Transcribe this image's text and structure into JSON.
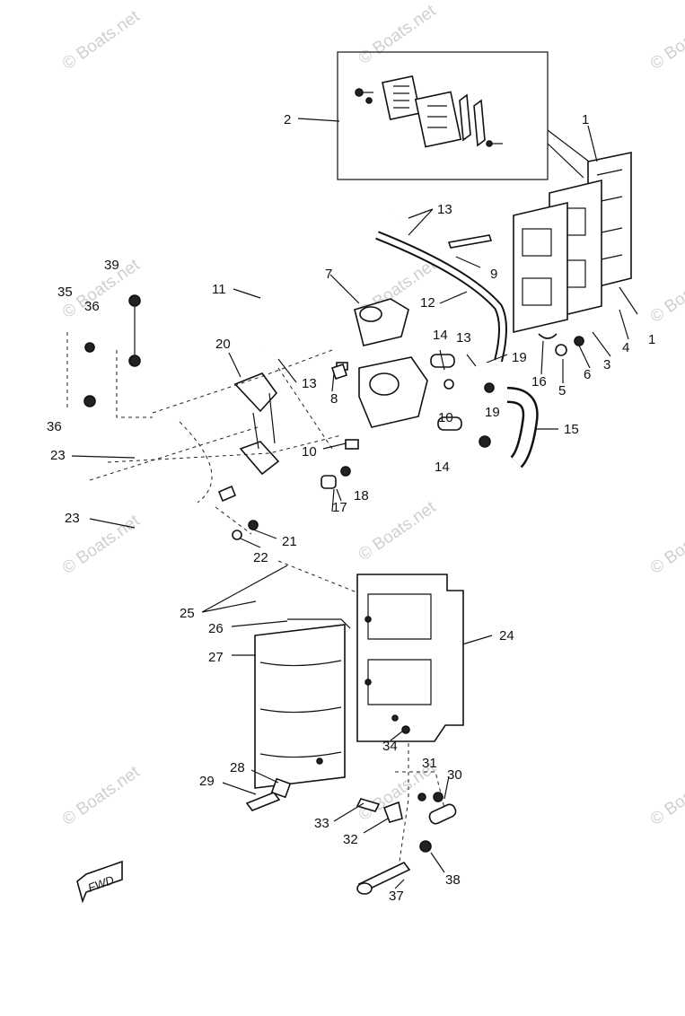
{
  "watermark": "© Boats.net",
  "fwd_label": "FWD",
  "callouts": {
    "c1": "1",
    "c1b": "1",
    "c2": "2",
    "c3": "3",
    "c4": "4",
    "c5": "5",
    "c6": "6",
    "c7": "7",
    "c8": "8",
    "c9": "9",
    "c10a": "10",
    "c10b": "10",
    "c11": "11",
    "c12": "12",
    "c13a": "13",
    "c13b": "13",
    "c13c": "13",
    "c14a": "14",
    "c14b": "14",
    "c15": "15",
    "c16": "16",
    "c17": "17",
    "c18": "18",
    "c19a": "19",
    "c19b": "19",
    "c20": "20",
    "c21": "21",
    "c22": "22",
    "c23a": "23",
    "c23b": "23",
    "c24": "24",
    "c25": "25",
    "c26": "26",
    "c27": "27",
    "c28": "28",
    "c29": "29",
    "c30": "30",
    "c31": "31",
    "c32": "32",
    "c33": "33",
    "c34": "34",
    "c35": "35",
    "c36a": "36",
    "c36b": "36",
    "c37": "37",
    "c38": "38",
    "c39": "39"
  }
}
